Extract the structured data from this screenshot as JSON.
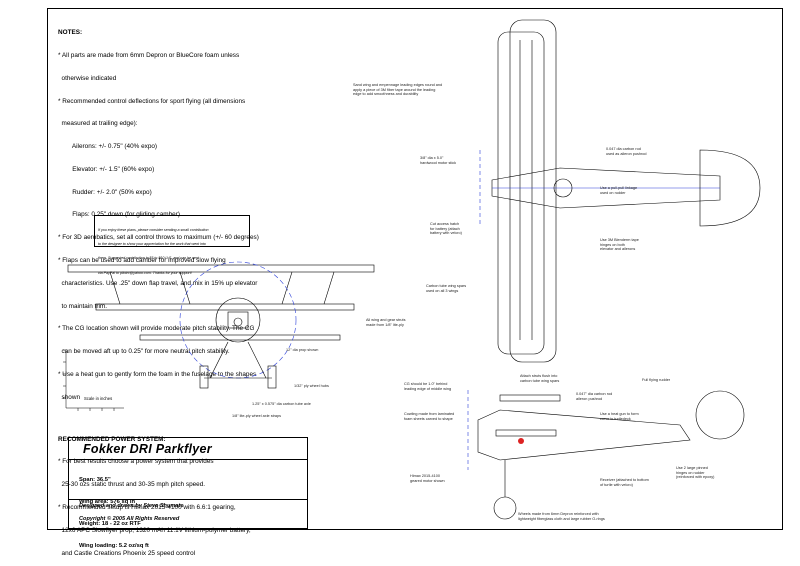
{
  "notes": {
    "heading": "NOTES:",
    "lines": [
      "* All parts are made from 6mm Depron or BlueCore foam unless",
      "  otherwise indicated",
      "* Recommended control deflections for sport flying (all dimensions",
      "  measured at trailing edge):",
      "        Ailerons: +/- 0.75\" (40% expo)",
      "        Elevator: +/- 1.5\" (60% expo)",
      "        Rudder: +/- 2.0\" (50% expo)",
      "        Flaps: 0.25\" down (for gliding camber)",
      "* For 3D aerobatics, set all control throws to maximum (+/- 60 degrees)",
      "* Flaps can be used to add camber for improved slow flying",
      "  characteristics. Use .25\" down flap travel, and mix in 15% up elevator",
      "  to maintain trim.",
      "* The CG location shown will provide moderate pitch stability. The CG",
      "  can be moved aft up to 0.25\" for more neutral pitch stability.",
      "* Use a heat gun to gently form the foam in the fuselage to the shapes",
      "  shown"
    ],
    "power_heading": "RECOMMENDED POWER SYSTEM:",
    "power_lines": [
      "* For best results choose a power system that provides",
      "  25-30 ozs static thrust and 30-35 mph pitch speed.",
      "* Recommended setup is Himax 2015-4100 with 6.6:1 gearing,",
      "  12x6 APC Slowflyer prop, 1320 mAh 11.1V lithium-polymer battery,",
      "  and Castle Creations Phoenix 25 speed control"
    ]
  },
  "support_text": [
    "If you enjoy these plans, please consider sending a small contribution",
    "to the designer to show your appreciation for the work that went into",
    "them. Suggested contribution is $5 to $10 U.S. and can be sent",
    "via PayPal to pilotrc@yahoo.com. Thanks for your support!"
  ],
  "title_block": {
    "title": "Fokker DRI Parkflyer",
    "specs": [
      "Span: 36.5\"",
      "Wing area: 576 sq in",
      "Weight: 18 - 22 oz RTF",
      "Wing loading: 5.2 oz/sq ft"
    ],
    "designer": "Designed and drawn by Steve Shumate",
    "copyright": "Copyright © 2005     All Rights Reserved"
  },
  "scale_label": "Scale in inches",
  "annotations": {
    "sand_wing": "Sand wing and empennage leading edges round and\napply a piece of 3M fiber tape around the leading\nedge to add smoothness and durability",
    "pushrod": "0.047 dia carbon rod\nused as aileron pushrod",
    "dowel": "3/8\" dia x 5.0\"\nhardwood motor stick",
    "pull_pull": "Use a pull-pull linkage\nused on rudder",
    "hinge": "Use 3M Blenderm tape\nhinges on both\nelevator and ailerons",
    "battery": "Cut access hatch\nfor battery (attach\nbattery with velcro)",
    "spars": "Carbon tube wing spars\nused on all 3 wings",
    "gear_struts": "All wing and gear struts\nmade from 1/8\" lite-ply",
    "prop_shown": "12\" dia prop shown",
    "ply_wheel": "1/32\" ply wheel hubs",
    "axle": "1.25\" x 0.575\" dia carbon tube axle",
    "wheel_pants": "1/8\" lite-ply wheel axle straps",
    "cg": "CG should be 1.0\" behind\nleading edge of middle wing",
    "struts_top": "Attach struts flush into\ncarbon tube wing spars",
    "aileron_rod": "0.047\" dia carbon rod\naileron pushrod",
    "full_rudder": "Full flying rudder",
    "cowling": "Cowling made from laminated\nfoam sheets carved to shape",
    "heat_gun": "Use a heat gun to form\ncurve in turtledeck",
    "himax": "Himax 2015-4100\ngeared motor shown",
    "receiver": "Receiver (attached to bottom\nof turtle with velcro)",
    "rudder_hinge": "Use 2 large pinned\nhinges on rudder\n(reinforced with epoxy)",
    "wheels": "Wheels made from 6mm Depron reinforced with\nlightweight fiberglass cloth and large rubber O-rings"
  }
}
